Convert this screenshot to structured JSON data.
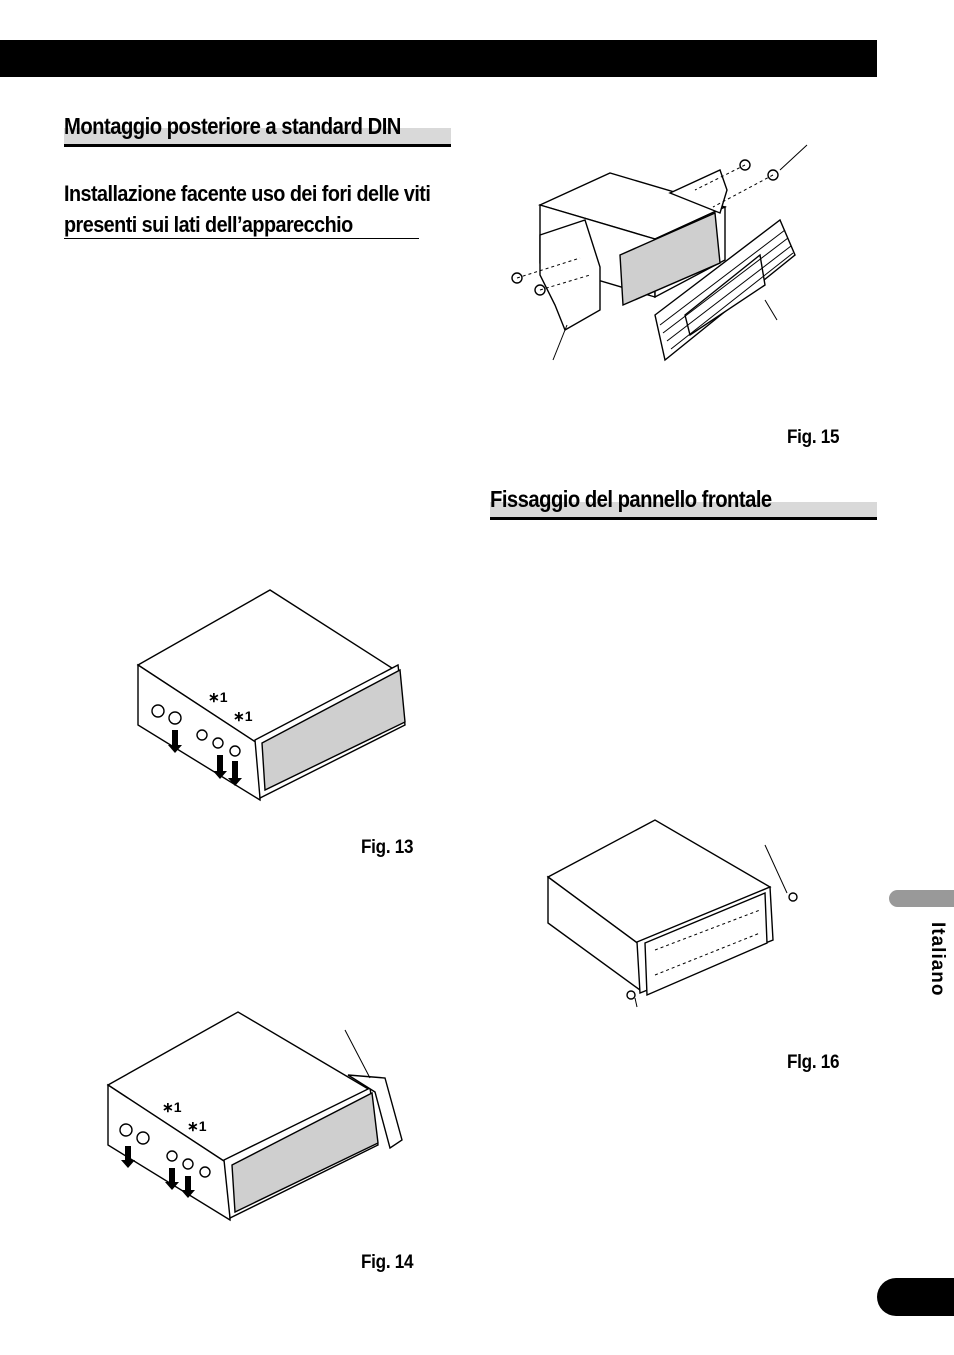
{
  "sections": {
    "rear_mount_title": "Montaggio posteriore a standard DIN",
    "rear_mount_subtitle": "Installazione facente uso dei fori delle viti presenti sui lati dell’apparecchio",
    "front_panel_title": "Fissaggio del pannello frontale"
  },
  "figures": {
    "fig13": {
      "caption": "Fig. 13",
      "label_a": "∗1",
      "label_b": "∗1"
    },
    "fig14": {
      "caption": "Fig. 14",
      "label_a": "∗1",
      "label_b": "∗1"
    },
    "fig15": {
      "caption": "Fig. 15"
    },
    "fig16": {
      "caption": "Flg. 16"
    }
  },
  "sidebar": {
    "language": "Italiano"
  }
}
